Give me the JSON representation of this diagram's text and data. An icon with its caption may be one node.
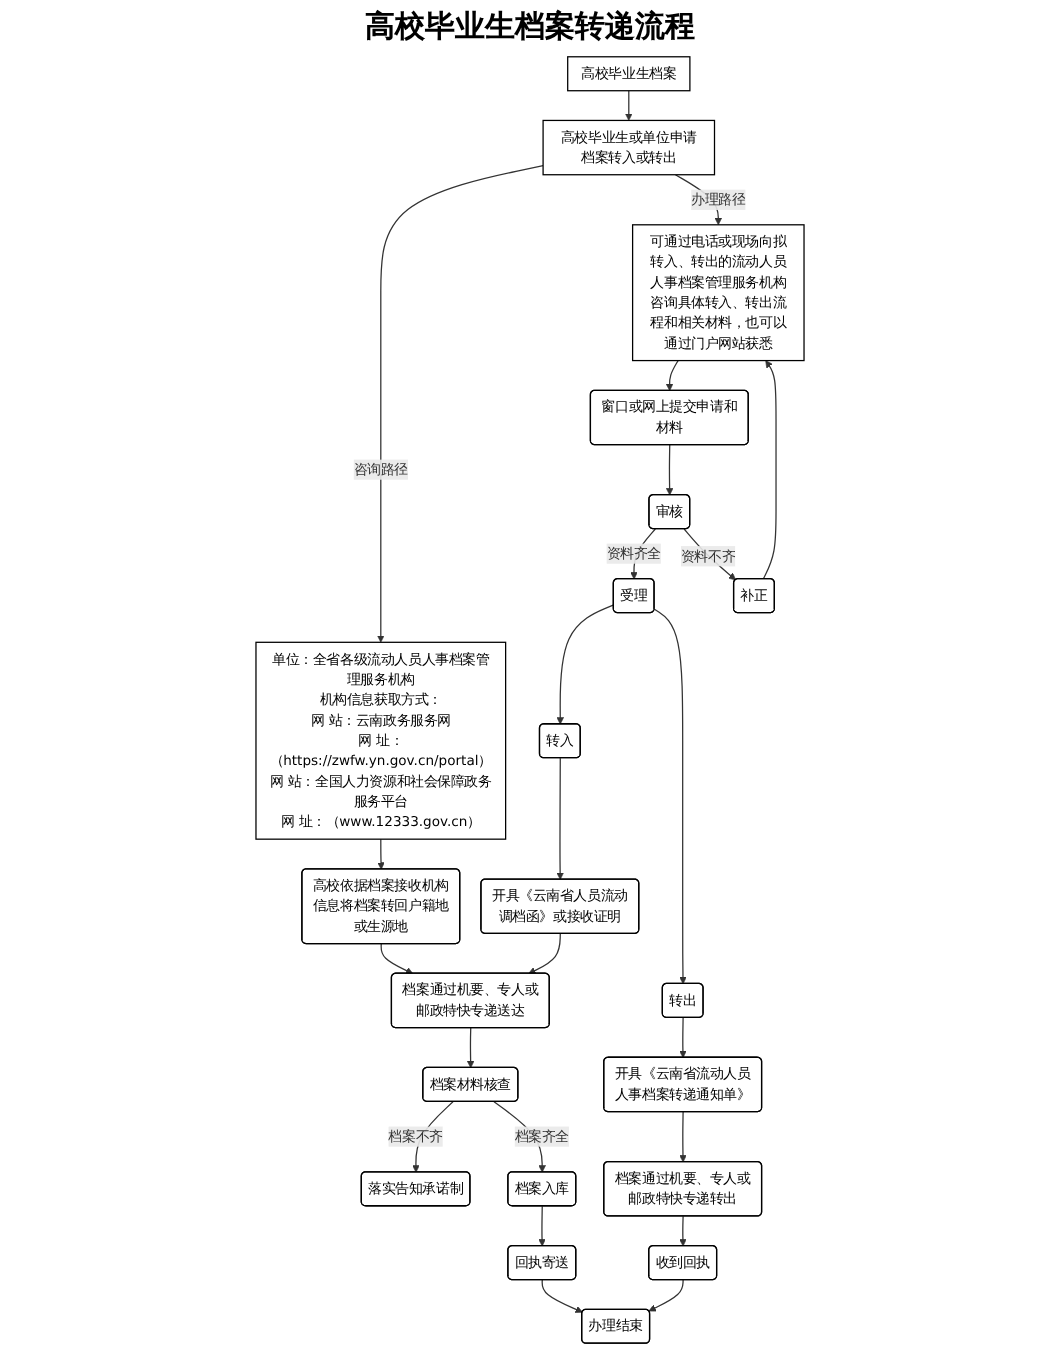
{
  "diagram": {
    "title": "高校毕业生档案转递流程",
    "nodes": [
      {
        "text": [
          "高校毕业生档案"
        ]
      },
      {
        "text": [
          "高校毕业生或单位申请档案转入或转出"
        ]
      },
      {
        "text": [
          "单位：全省各级流动人员人事档案管理服务机构",
          "机构信息获取方式：",
          "网 站：云南政务服务网",
          "网 址：（https://zwfw.yn.gov.cn/portal）",
          "网 站：全国人力资源和社会保障政务服务平台",
          "网 址：（www.12333.gov.cn）"
        ]
      },
      {
        "text": [
          "可通过电话或现场向拟转入、转出的流动人员人事档案管理服务机构咨询具体转入、转出流程和相关材料，也可以通过门户网站获悉"
        ]
      },
      {
        "text": [
          "窗口或网上提交申请和材料"
        ]
      },
      {
        "text": [
          "受理"
        ]
      },
      {
        "text": [
          "审核"
        ]
      },
      {
        "text": [
          "补正"
        ]
      },
      {
        "text": [
          "转入"
        ]
      },
      {
        "text": [
          "转出"
        ]
      },
      {
        "text": [
          "高校依据档案接收机构信息将档案转回户籍地或生源地"
        ]
      },
      {
        "text": [
          "开具《云南省人员流动调档函》或接收证明"
        ]
      },
      {
        "text": [
          "开具《云南省流动人员人事档案转递通知单》"
        ]
      },
      {
        "text": [
          "档案通过机要、专人或邮政特快专递送达"
        ]
      },
      {
        "text": [
          "档案通过机要、专人或邮政特快专递转出"
        ]
      },
      {
        "text": [
          "落实告知承诺制"
        ]
      },
      {
        "text": [
          "档案材料核查"
        ]
      },
      {
        "text": [
          "档案入库"
        ]
      },
      {
        "text": [
          "收到回执"
        ]
      },
      {
        "text": [
          "回执寄送"
        ]
      },
      {
        "text": [
          "办理结束"
        ]
      }
    ],
    "edges": [
      {
        "from": 0,
        "to": 1,
        "arrow": "to"
      },
      {
        "from": 1,
        "to": 2,
        "arrow": "to",
        "label": "咨询路径"
      },
      {
        "from": 1,
        "to": 3,
        "arrow": "to",
        "label": "办理路径"
      },
      {
        "from": 3,
        "to": 4,
        "arrow": "to"
      },
      {
        "from": 4,
        "to": 6,
        "arrow": "to"
      },
      {
        "from": 6,
        "to": 5,
        "arrow": "to",
        "label": "资料齐全"
      },
      {
        "from": 6,
        "to": 7,
        "arrow": "to",
        "label": "资料不齐"
      },
      {
        "from": 7,
        "to": 3,
        "arrow": "to"
      },
      {
        "from": 5,
        "to": 8,
        "arrow": "to"
      },
      {
        "from": 5,
        "to": 9,
        "arrow": "to"
      },
      {
        "from": 2,
        "to": 10,
        "arrow": "to"
      },
      {
        "from": 10,
        "to": 13,
        "arrow": "to"
      },
      {
        "from": 8,
        "to": 11,
        "arrow": "to"
      },
      {
        "from": 11,
        "to": 13,
        "arrow": "to"
      },
      {
        "from": 13,
        "to": 16,
        "arrow": "to"
      },
      {
        "from": 16,
        "to": 15,
        "arrow": "to",
        "label": "档案不齐"
      },
      {
        "from": 16,
        "to": 17,
        "arrow": "to",
        "label": "档案齐全"
      },
      {
        "from": 17,
        "to": 19,
        "arrow": "to"
      },
      {
        "from": 19,
        "to": 20,
        "arrow": "to"
      },
      {
        "from": 9,
        "to": 12,
        "arrow": "to"
      },
      {
        "from": 12,
        "to": 14,
        "arrow": "to"
      },
      {
        "from": 14,
        "to": 18,
        "arrow": "to"
      },
      {
        "from": 18,
        "to": 20,
        "arrow": "to"
      }
    ]
  }
}
